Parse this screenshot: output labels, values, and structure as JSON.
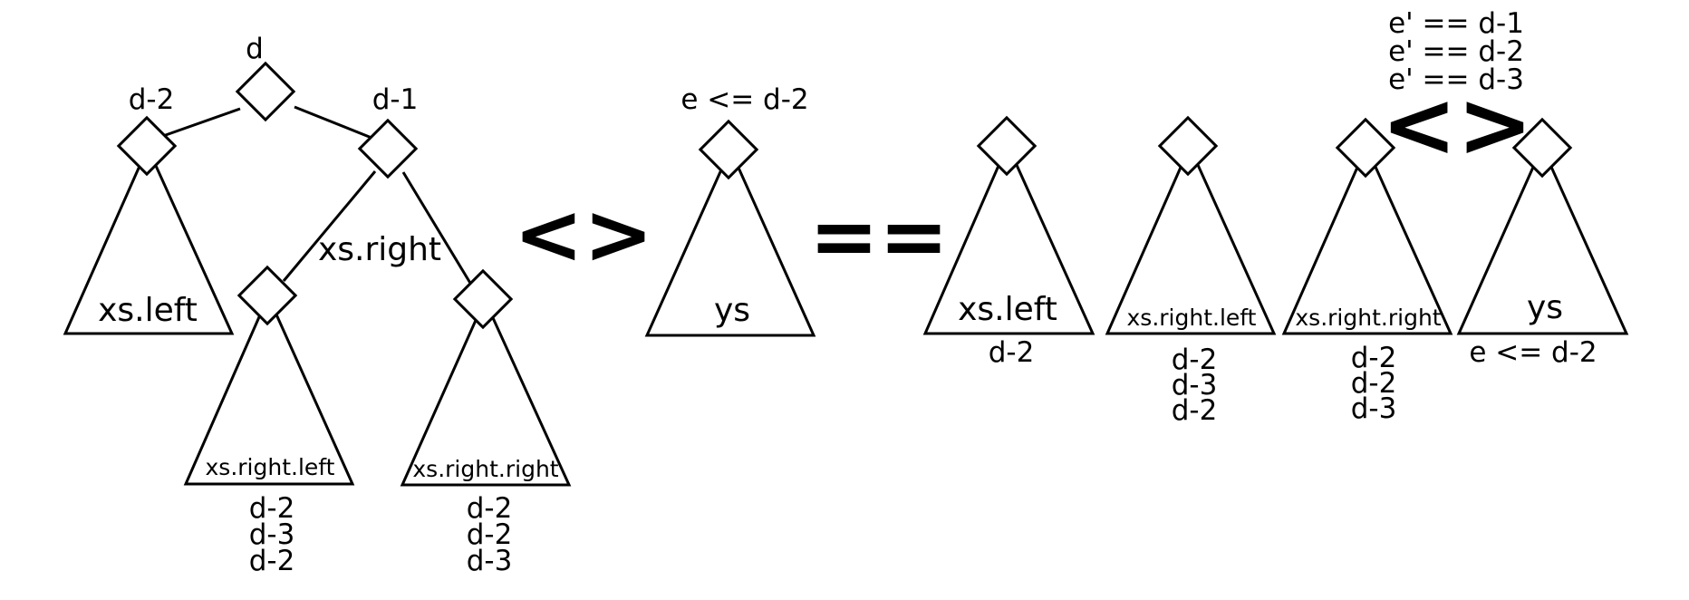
{
  "left_tree": {
    "root_label": "d",
    "left_depth_label": "d-2",
    "right_depth_label": "d-1",
    "edge_label": "xs.right",
    "left_subtree": "xs.left",
    "right_left_subtree": "xs.right.left",
    "right_right_subtree": "xs.right.right",
    "right_left_depths": [
      "d-2",
      "d-3",
      "d-2"
    ],
    "right_right_depths": [
      "d-2",
      "d-2",
      "d-3"
    ]
  },
  "operators": {
    "append": "<>",
    "equals": "==",
    "append_small": "<>"
  },
  "middle_tree": {
    "constraint": "e <= d-2",
    "subtree": "ys"
  },
  "result": {
    "constraints": [
      "e' == d-1",
      "e' == d-2",
      "e' == d-3"
    ],
    "trees": [
      {
        "label": "xs.left",
        "depths": [
          "d-2"
        ]
      },
      {
        "label": "xs.right.left",
        "depths": [
          "d-2",
          "d-3",
          "d-2"
        ]
      },
      {
        "label": "xs.right.right",
        "depths": [
          "d-2",
          "d-2",
          "d-3"
        ]
      },
      {
        "label": "ys",
        "depths": [
          "e <= d-2"
        ]
      }
    ]
  }
}
